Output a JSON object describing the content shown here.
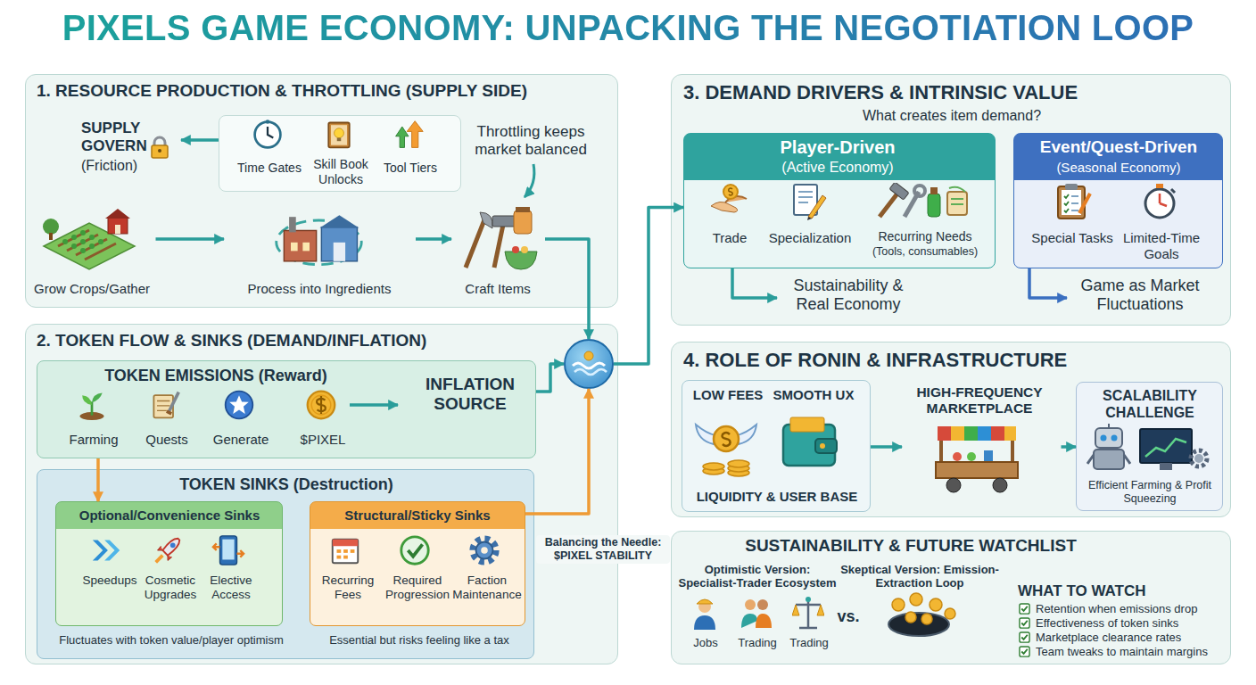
{
  "diagram": {
    "title": "PIXELS GAME ECONOMY: UNPACKING THE NEGOTIATION LOOP",
    "nodes": [
      {
        "text": [
          "1. RESOURCE PRODUCTION & THROTTLING (SUPPLY SIDE)"
        ]
      },
      {
        "text": [
          "SUPPLY GOVERN",
          "(Friction)"
        ],
        "in": 0
      },
      {
        "text": [
          "Time Gates",
          "Skill Book Unlocks",
          "Tool Tiers"
        ],
        "in": 0
      },
      {
        "text": [
          "Grow Crops/Gather"
        ],
        "in": 0
      },
      {
        "text": [
          "Process into Ingredients"
        ],
        "in": 0
      },
      {
        "text": [
          "Craft Items"
        ],
        "in": 0
      },
      {
        "text": [
          "2. TOKEN FLOW & SINKS (DEMAND/INFLATION)"
        ]
      },
      {
        "text": [
          "TOKEN EMISSIONS (Reward)",
          "Farming",
          "Quests",
          "Generate",
          "$PIXEL",
          "INFLATION SOURCE"
        ],
        "in": 6
      },
      {
        "text": [
          "TOKEN SINKS (Destruction)",
          "Fluctuates with token value/player optimism",
          "Essential but risks feeling like a tax"
        ],
        "in": 6
      },
      {
        "text": [
          "Optional/Convenience Sinks",
          "Speedups",
          "Cosmetic Upgrades",
          "Elective Access"
        ],
        "in": 8
      },
      {
        "text": [
          "Structural/Sticky Sinks",
          "Recurring Fees",
          "Required Progression",
          "Faction Maintenance"
        ],
        "in": 8
      },
      {
        "text": [
          "Balancing the Needle: $PIXEL STABILITY"
        ]
      },
      {
        "text": [
          "3. DEMAND DRIVERS & INTRINSIC VALUE",
          "What creates item demand?"
        ]
      },
      {
        "text": [
          "Player-Driven",
          "(Active Economy)",
          "Trade",
          "Specialization",
          "Recurring Needs",
          "(Tools, consumables)"
        ],
        "in": 12
      },
      {
        "text": [
          "Event/Quest-Driven",
          "(Seasonal Economy)",
          "Special Tasks",
          "Limited-Time Goals"
        ],
        "in": 12
      },
      {
        "text": [
          "Sustainability & Real Economy"
        ],
        "in": 12
      },
      {
        "text": [
          "Game as Market Fluctuations"
        ],
        "in": 12
      },
      {
        "text": [
          "4. ROLE OF RONIN & INFRASTRUCTURE"
        ]
      },
      {
        "text": [
          "LOW FEES",
          "SMOOTH UX",
          "LIQUIDITY & USER BASE"
        ],
        "in": 17
      },
      {
        "text": [
          "HIGH-FREQUENCY MARKETPLACE"
        ],
        "in": 17
      },
      {
        "text": [
          "SCALABILITY CHALLENGE",
          "Efficient Farming & Profit Squeezing"
        ],
        "in": 17
      },
      {
        "text": [
          "SUSTAINABILITY & FUTURE WATCHLIST",
          "Optimistic Version: Specialist-Trader Ecosystem",
          "Jobs",
          "Trading",
          "Trading",
          "vs.",
          "Skeptical Version: Emission-Extraction Loop",
          "WHAT TO WATCH",
          "Retention when emissions drop",
          "Effectiveness of token sinks",
          "Marketplace clearance rates",
          "Team tweaks to maintain margins"
        ]
      }
    ],
    "edges": [
      {
        "from": 2,
        "to": 1,
        "arrow": "to"
      },
      {
        "from": 3,
        "to": 4,
        "arrow": "to"
      },
      {
        "from": 4,
        "to": 5,
        "arrow": "to"
      },
      {
        "from": 5,
        "to": 11,
        "arrow": "to"
      },
      {
        "from": 7,
        "to": 11,
        "arrow": "to"
      },
      {
        "from": 7,
        "to": 9,
        "arrow": "to"
      },
      {
        "from": 10,
        "to": 11,
        "arrow": "to"
      },
      {
        "from": 11,
        "to": 13,
        "arrow": "to"
      },
      {
        "from": 13,
        "to": 15,
        "arrow": "to"
      },
      {
        "from": 14,
        "to": 16,
        "arrow": "to"
      },
      {
        "from": 18,
        "to": 19,
        "arrow": "to"
      },
      {
        "from": 19,
        "to": 20,
        "arrow": "to"
      }
    ],
    "labels": [
      "Throttling keeps market balanced"
    ]
  }
}
